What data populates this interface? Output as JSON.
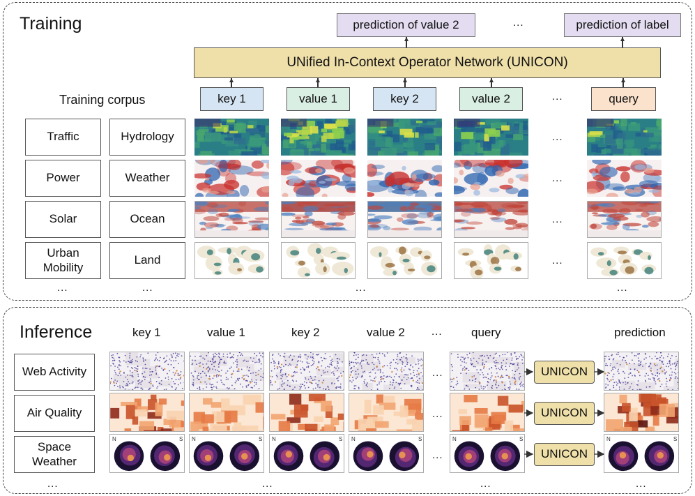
{
  "training": {
    "title": "Training",
    "corpus_label": "Training corpus",
    "model_label": "UNified In-Context Operator Network (UNICON)",
    "predictions": [
      "prediction of value 2",
      "prediction of label"
    ],
    "ellipsis": "...",
    "sequence": [
      {
        "label": "key 1",
        "kind": "key"
      },
      {
        "label": "value 1",
        "kind": "value"
      },
      {
        "label": "key 2",
        "kind": "key"
      },
      {
        "label": "value 2",
        "kind": "value"
      },
      {
        "label": "query",
        "kind": "query"
      }
    ],
    "domains_left": [
      "Traffic",
      "Power",
      "Solar",
      "Urban Mobility"
    ],
    "domains_right": [
      "Hydrology",
      "Weather",
      "Ocean",
      "Land"
    ]
  },
  "inference": {
    "title": "Inference",
    "columns": [
      "key 1",
      "value 1",
      "key 2",
      "value 2",
      "query",
      "prediction"
    ],
    "ellipsis": "...",
    "unicon_label": "UNICON",
    "tasks": [
      "Web Activity",
      "Air Quality",
      "Space Weather"
    ],
    "hemisphere_labels": [
      "N",
      "S"
    ]
  },
  "colors": {
    "prediction_box": "#e4dcf0",
    "unicon_box": "#efdfa9",
    "key_box": "#d6e5f3",
    "value_box": "#d9efe3",
    "query_box": "#fbe2cc"
  }
}
